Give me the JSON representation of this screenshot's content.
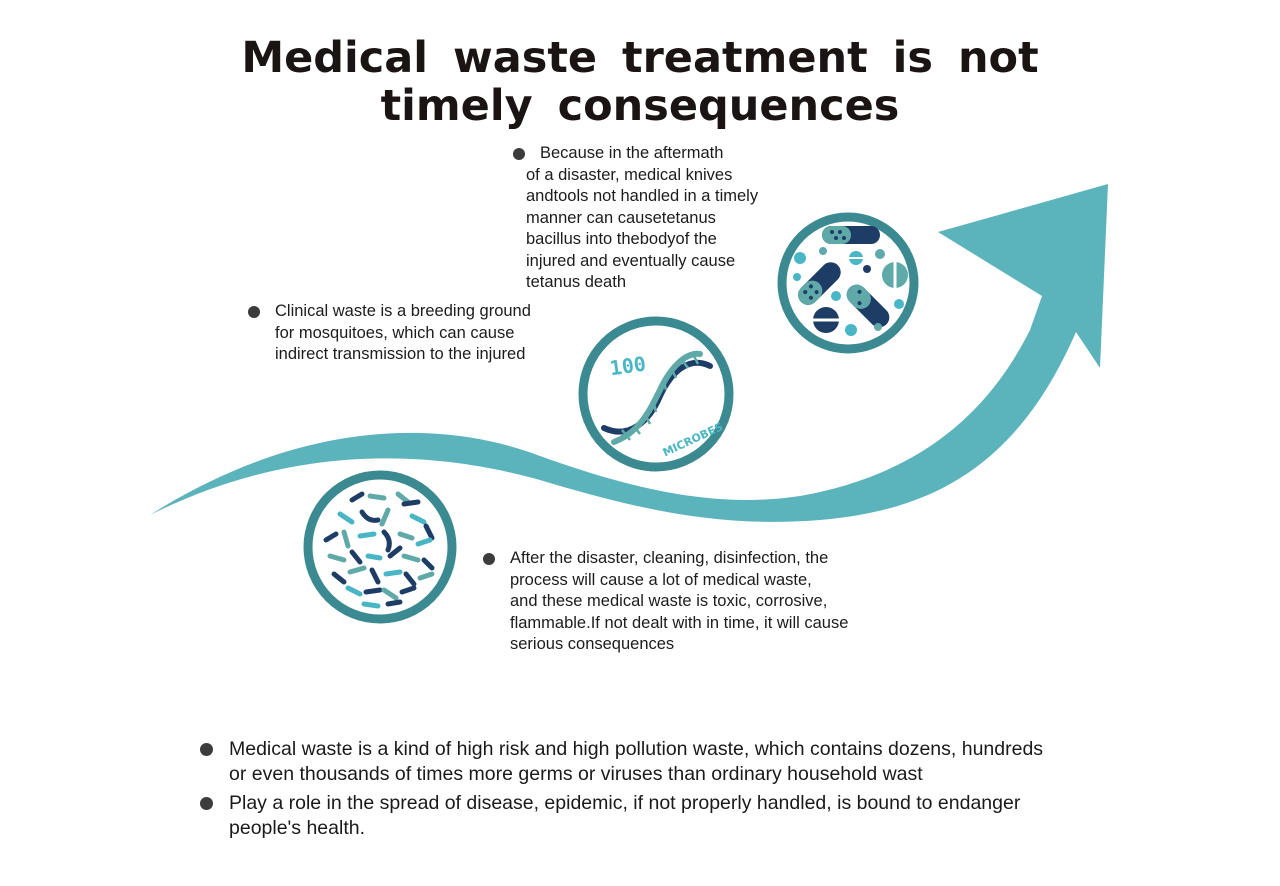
{
  "title": {
    "line1": "Medical waste treatment is not",
    "line2": "timely consequences"
  },
  "icons": {
    "dna_top_label": "100",
    "dna_bottom_label": "MICROBES"
  },
  "notes": {
    "disaster_knives": [
      "Because in the aftermath",
      "of a disaster, medical knives",
      "andtools not handled in a timely",
      "manner can causetetanus",
      "bacillus into thebodyof the",
      "injured and eventually cause",
      "tetanus death"
    ],
    "mosquitoes": [
      "Clinical waste is a breeding ground",
      "for mosquitoes, which can cause",
      "indirect transmission to the injured"
    ],
    "cleaning": [
      "After the disaster, cleaning, disinfection, the",
      "process will cause a lot of medical waste,",
      "and these medical waste is toxic, corrosive,",
      "flammable.If not dealt with in time, it will cause",
      "serious consequences"
    ]
  },
  "bottom": {
    "item1": [
      "Medical waste is a kind of high risk and high pollution waste, which contains dozens, hundreds",
      "or even thousands of times more germs or viruses than ordinary household wast"
    ],
    "item2": [
      "Play a role in the spread of disease, epidemic, if not properly handled, is bound to endanger",
      "people's health."
    ]
  },
  "colors": {
    "arrow": "#5bb3bb",
    "ring": "#3c8a91",
    "navy": "#1e3d66",
    "teal": "#5fa9a8",
    "light_teal": "#49b6c6",
    "title": "#1b1414"
  }
}
